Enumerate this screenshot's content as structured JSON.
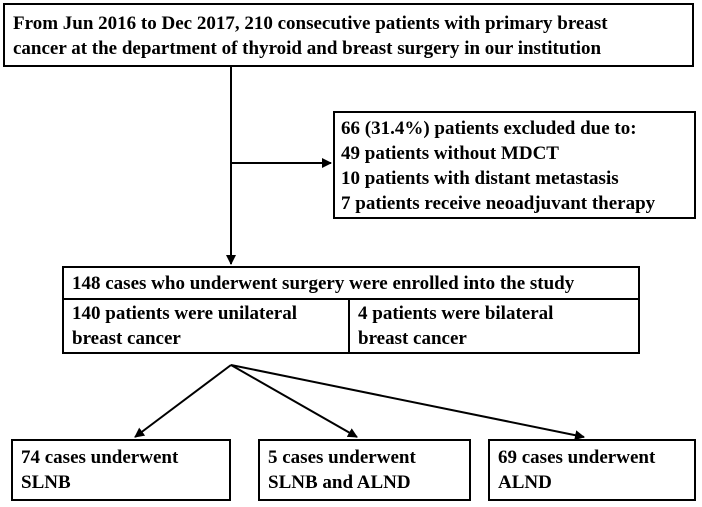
{
  "top_box": {
    "lines": [
      "From Jun 2016 to Dec 2017, 210 consecutive patients with primary breast",
      "cancer at the department of thyroid and breast surgery in our institution"
    ]
  },
  "exclusion_box": {
    "lines": [
      "66 (31.4%) patients excluded due to:",
      "49 patients without MDCT",
      "10 patients with distant metastasis",
      "7 patients receive neoadjuvant therapy"
    ]
  },
  "enrolled_box": {
    "title": "148 cases who underwent surgery were enrolled into the study",
    "unilateral": [
      "140 patients were unilateral",
      "breast cancer"
    ],
    "bilateral": [
      "4 patients were bilateral",
      "breast cancer"
    ]
  },
  "outcomes": {
    "slnb": [
      "74 cases underwent",
      "SLNB"
    ],
    "slnb_alnd": [
      "5 cases underwent",
      "SLNB and ALND"
    ],
    "alnd": [
      "69 cases underwent",
      "ALND"
    ]
  },
  "colors": {
    "line": "#000000",
    "background": "#ffffff"
  }
}
